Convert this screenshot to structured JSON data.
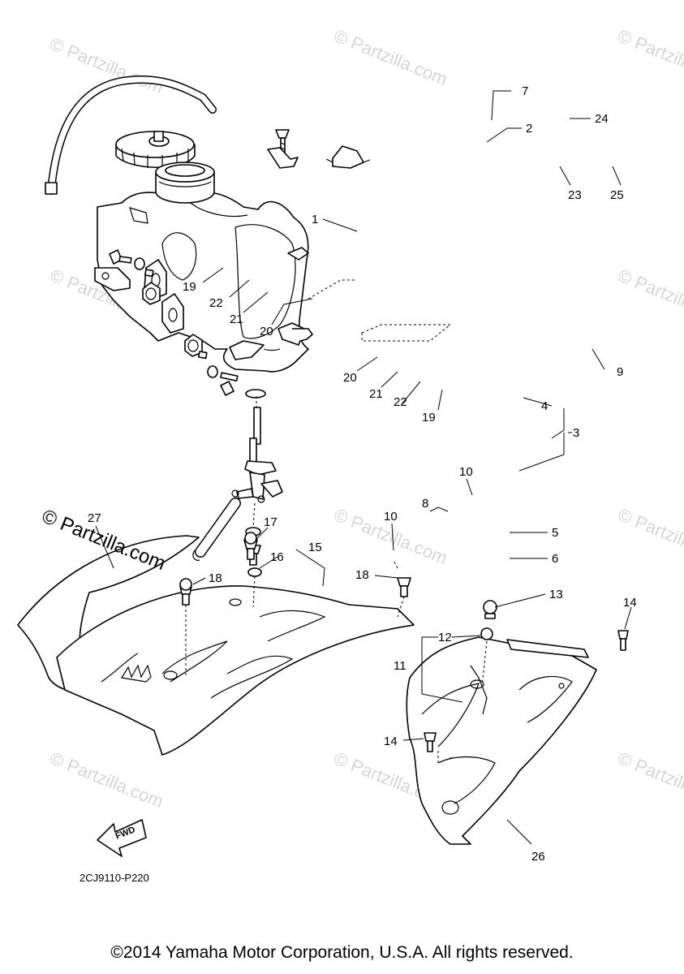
{
  "watermark": "© Partzilla.com",
  "brand_label": "© Partzilla.com",
  "fwd_label": "FWD",
  "diagram_code": "2CJ9110-P220",
  "copyright": "©2014 Yamaha Motor Corporation, U.S.A. All rights reserved.",
  "callouts": {
    "c1": "1",
    "c2": "2",
    "c3": "3",
    "c4": "4",
    "c5": "5",
    "c6": "6",
    "c7": "7",
    "c8": "8",
    "c9": "9",
    "c10a": "10",
    "c10b": "10",
    "c11": "11",
    "c12": "12",
    "c13": "13",
    "c14a": "14",
    "c14b": "14",
    "c15": "15",
    "c16": "16",
    "c17": "17",
    "c18a": "18",
    "c18b": "18",
    "c19a": "19",
    "c19b": "19",
    "c20a": "20",
    "c20b": "20",
    "c21a": "21",
    "c21b": "21",
    "c22a": "22",
    "c22b": "22",
    "c23": "23",
    "c24": "24",
    "c25": "25",
    "c26": "26",
    "c27": "27"
  }
}
